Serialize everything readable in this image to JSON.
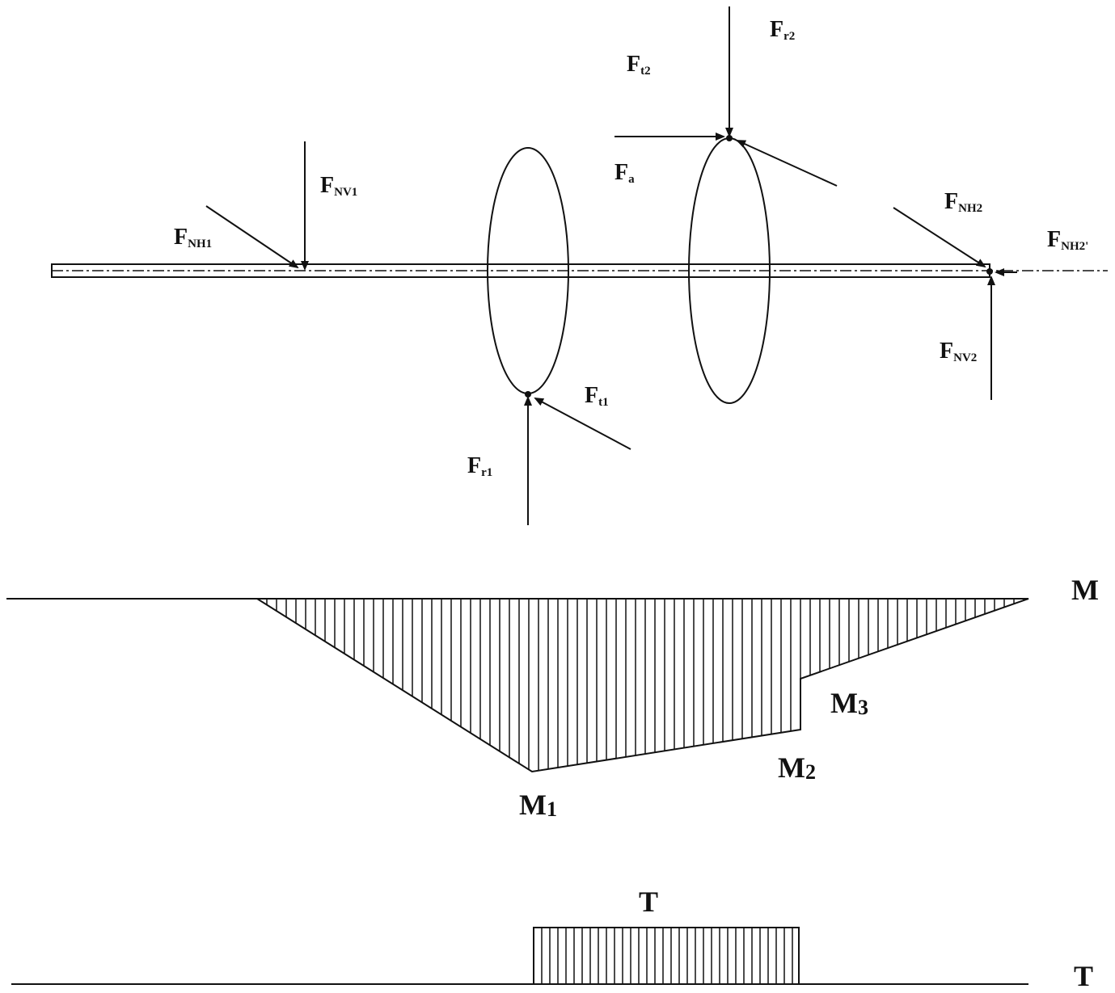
{
  "labels": {
    "fr2": {
      "main": "F",
      "sub": "r2"
    },
    "ft2": {
      "main": "F",
      "sub": "t2"
    },
    "fa": {
      "main": "F",
      "sub": "a"
    },
    "fnv1": {
      "main": "F",
      "sub": "NV1"
    },
    "fnh1": {
      "main": "F",
      "sub": "NH1"
    },
    "fnh2": {
      "main": "F",
      "sub": "NH2"
    },
    "fnh2p": {
      "main": "F",
      "sub": "NH2'"
    },
    "fnv2": {
      "main": "F",
      "sub": "NV2"
    },
    "ft1": {
      "main": "F",
      "sub": "t1"
    },
    "fr1": {
      "main": "F",
      "sub": "r1"
    },
    "m": "M",
    "m1": {
      "main": "M",
      "sub": "1"
    },
    "m2": {
      "main": "M",
      "sub": "2"
    },
    "m3": {
      "main": "M",
      "sub": "3"
    },
    "t_top": "T",
    "t_axis": "T"
  },
  "colors": {
    "ink": "#111111",
    "background": "#ffffff"
  }
}
